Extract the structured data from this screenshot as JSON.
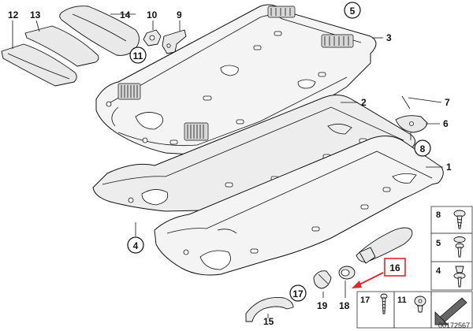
{
  "diagram": {
    "labels": {
      "l12": "12",
      "l13": "13",
      "l14": "14",
      "l10": "10",
      "l9": "9",
      "l11": "11",
      "l5": "5",
      "l3": "3",
      "l2": "2",
      "l7": "7",
      "l6": "6",
      "l8": "8",
      "l1": "1",
      "l4": "4",
      "l16": "16",
      "l17": "17",
      "l19": "19",
      "l18": "18",
      "l15": "15"
    },
    "legend": {
      "r8": "8",
      "r5": "5",
      "r4": "4",
      "b17": "17",
      "b11": "11"
    },
    "document_number": "00172567",
    "colors": {
      "highlight": "#e3262c",
      "outline": "#111111"
    }
  }
}
